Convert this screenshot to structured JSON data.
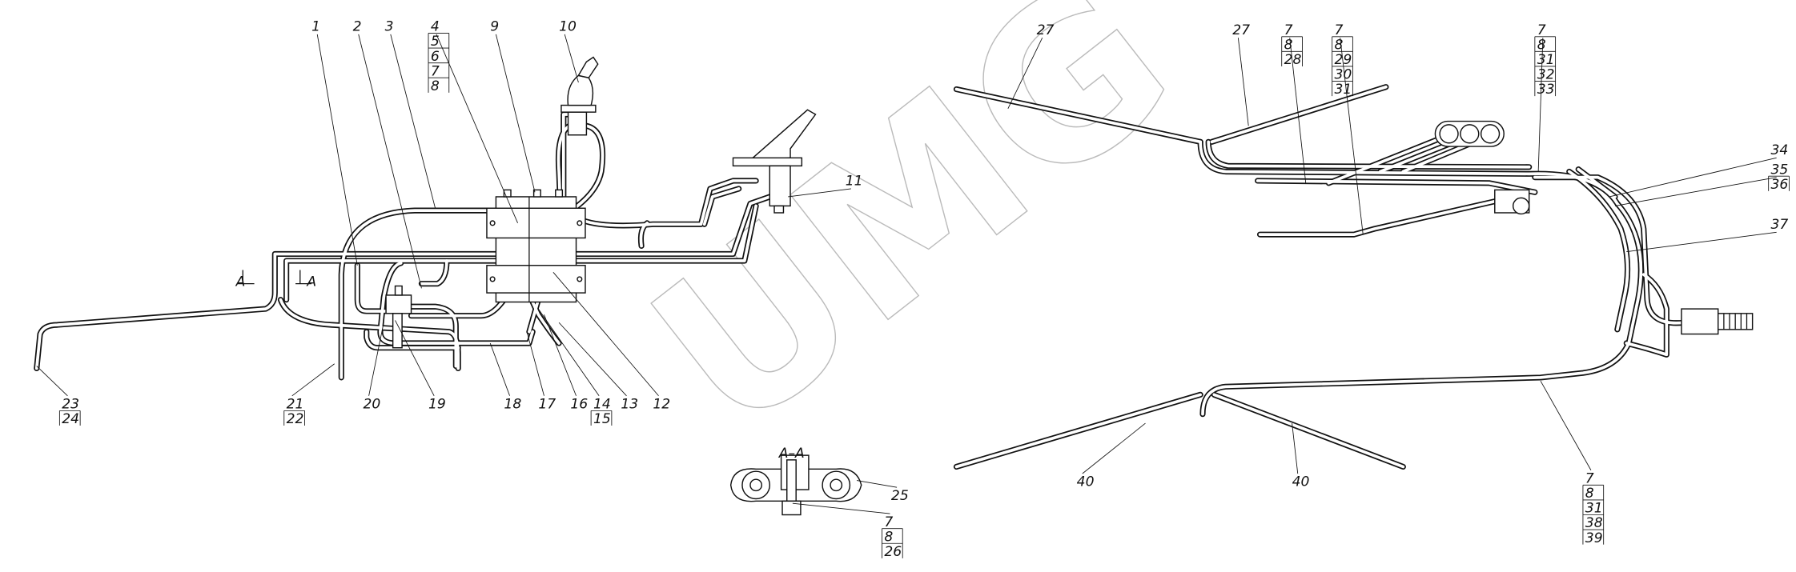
{
  "watermark": "UMG",
  "section": {
    "marker_left": "A",
    "marker_right": "A",
    "title": "A–A"
  },
  "callouts": [
    [
      "1"
    ],
    [
      "2"
    ],
    [
      "3"
    ],
    [
      "4",
      "5",
      "6",
      "7",
      "8"
    ],
    [
      "9"
    ],
    [
      "10"
    ],
    [
      "11"
    ],
    [
      "12"
    ],
    [
      "13"
    ],
    [
      "14",
      "15"
    ],
    [
      "16"
    ],
    [
      "17"
    ],
    [
      "18"
    ],
    [
      "19"
    ],
    [
      "20"
    ],
    [
      "21",
      "22"
    ],
    [
      "23",
      "24"
    ],
    [
      "25"
    ],
    [
      "7",
      "8",
      "26"
    ],
    [
      "27"
    ],
    [
      "27"
    ],
    [
      "7",
      "8",
      "28"
    ],
    [
      "7",
      "8",
      "29",
      "30",
      "31"
    ],
    [
      "7",
      "8",
      "31",
      "32",
      "33"
    ],
    [
      "34"
    ],
    [
      "35",
      "36"
    ],
    [
      "37"
    ],
    [
      "40"
    ],
    [
      "40"
    ],
    [
      "7",
      "8",
      "31",
      "38",
      "39"
    ]
  ]
}
